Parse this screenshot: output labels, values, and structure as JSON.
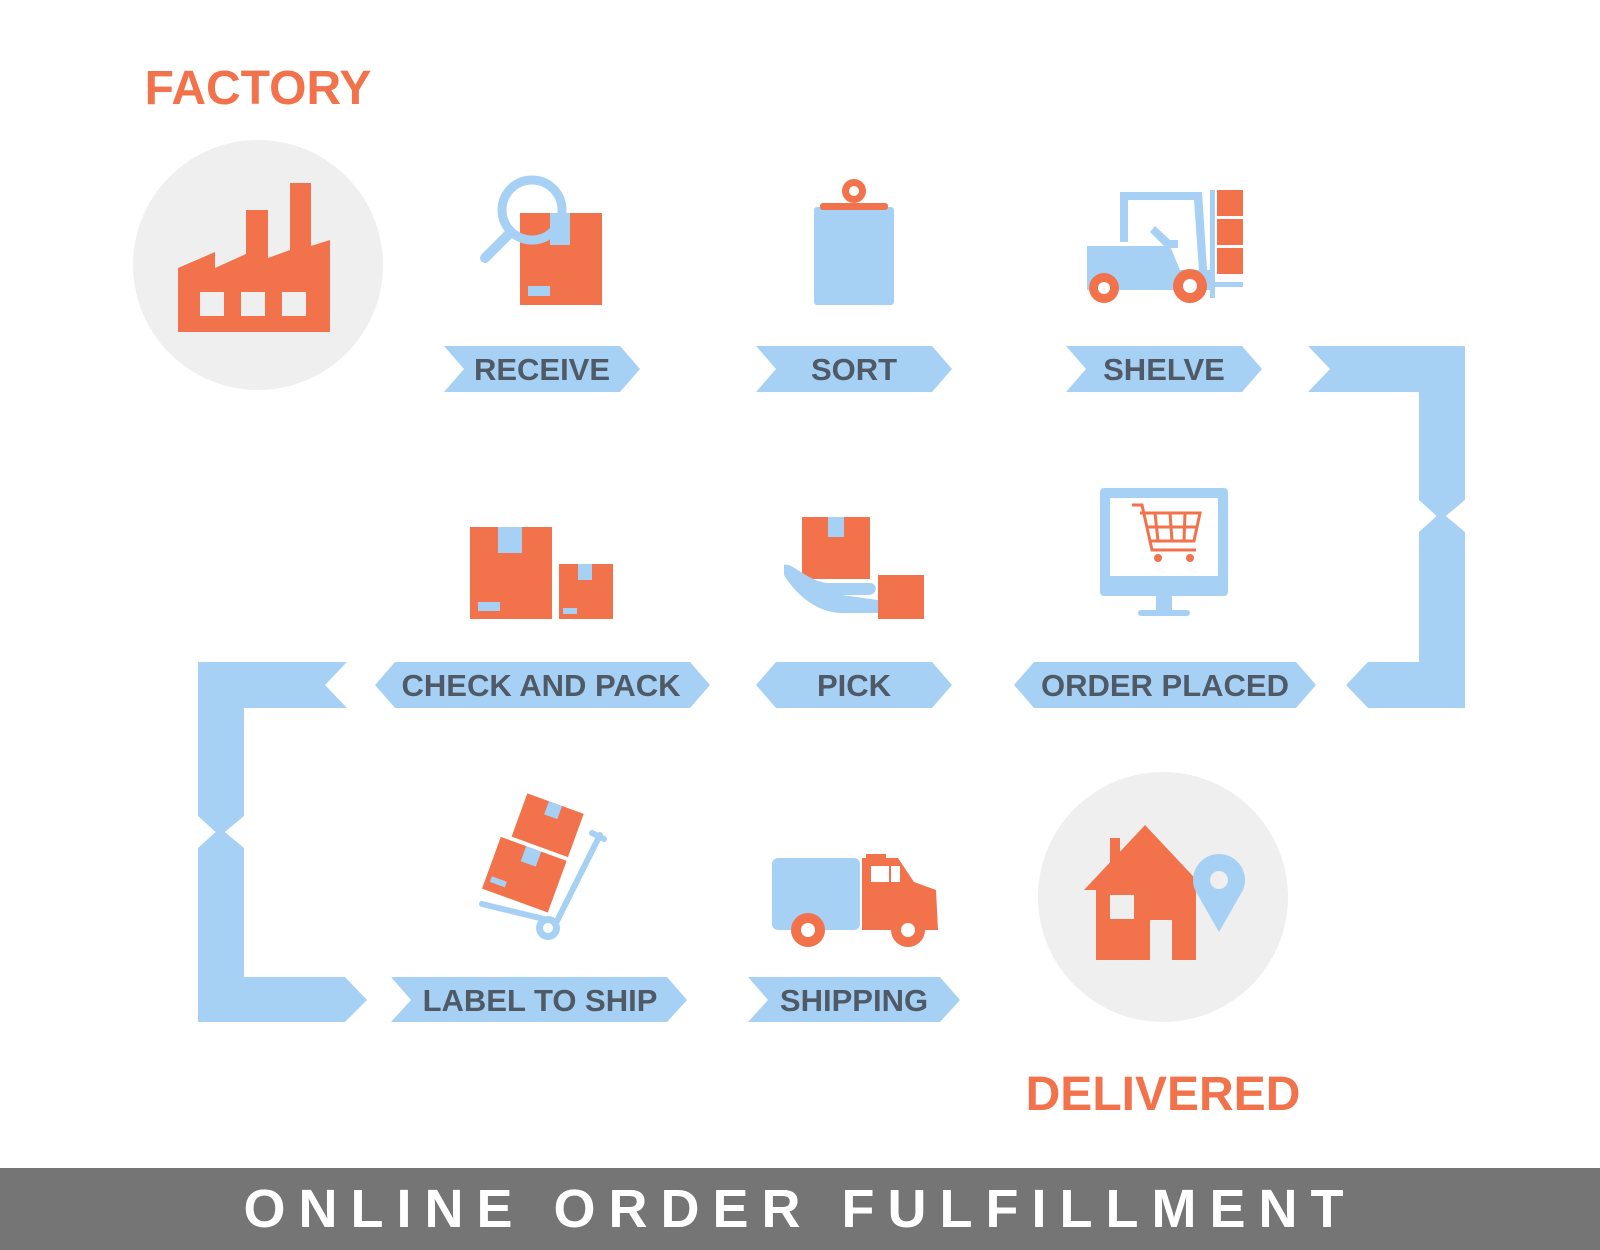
{
  "colors": {
    "accent": "#f2724b",
    "blue": "#a6d1f5",
    "text": "#4f5a66",
    "circle": "#efefef",
    "footer_bg": "#757575"
  },
  "endpoints": {
    "start": "FACTORY",
    "end": "DELIVERED"
  },
  "steps": [
    {
      "label": "RECEIVE",
      "icon": "magnifier-box-icon"
    },
    {
      "label": "SORT",
      "icon": "clipboard-icon"
    },
    {
      "label": "SHELVE",
      "icon": "forklift-icon"
    },
    {
      "label": "ORDER PLACED",
      "icon": "computer-cart-icon"
    },
    {
      "label": "PICK",
      "icon": "hand-box-icon"
    },
    {
      "label": "CHECK AND PACK",
      "icon": "boxes-icon"
    },
    {
      "label": "LABEL TO SHIP",
      "icon": "hand-truck-icon"
    },
    {
      "label": "SHIPPING",
      "icon": "truck-icon"
    }
  ],
  "footer": {
    "title": "ONLINE ORDER FULFILLMENT"
  }
}
